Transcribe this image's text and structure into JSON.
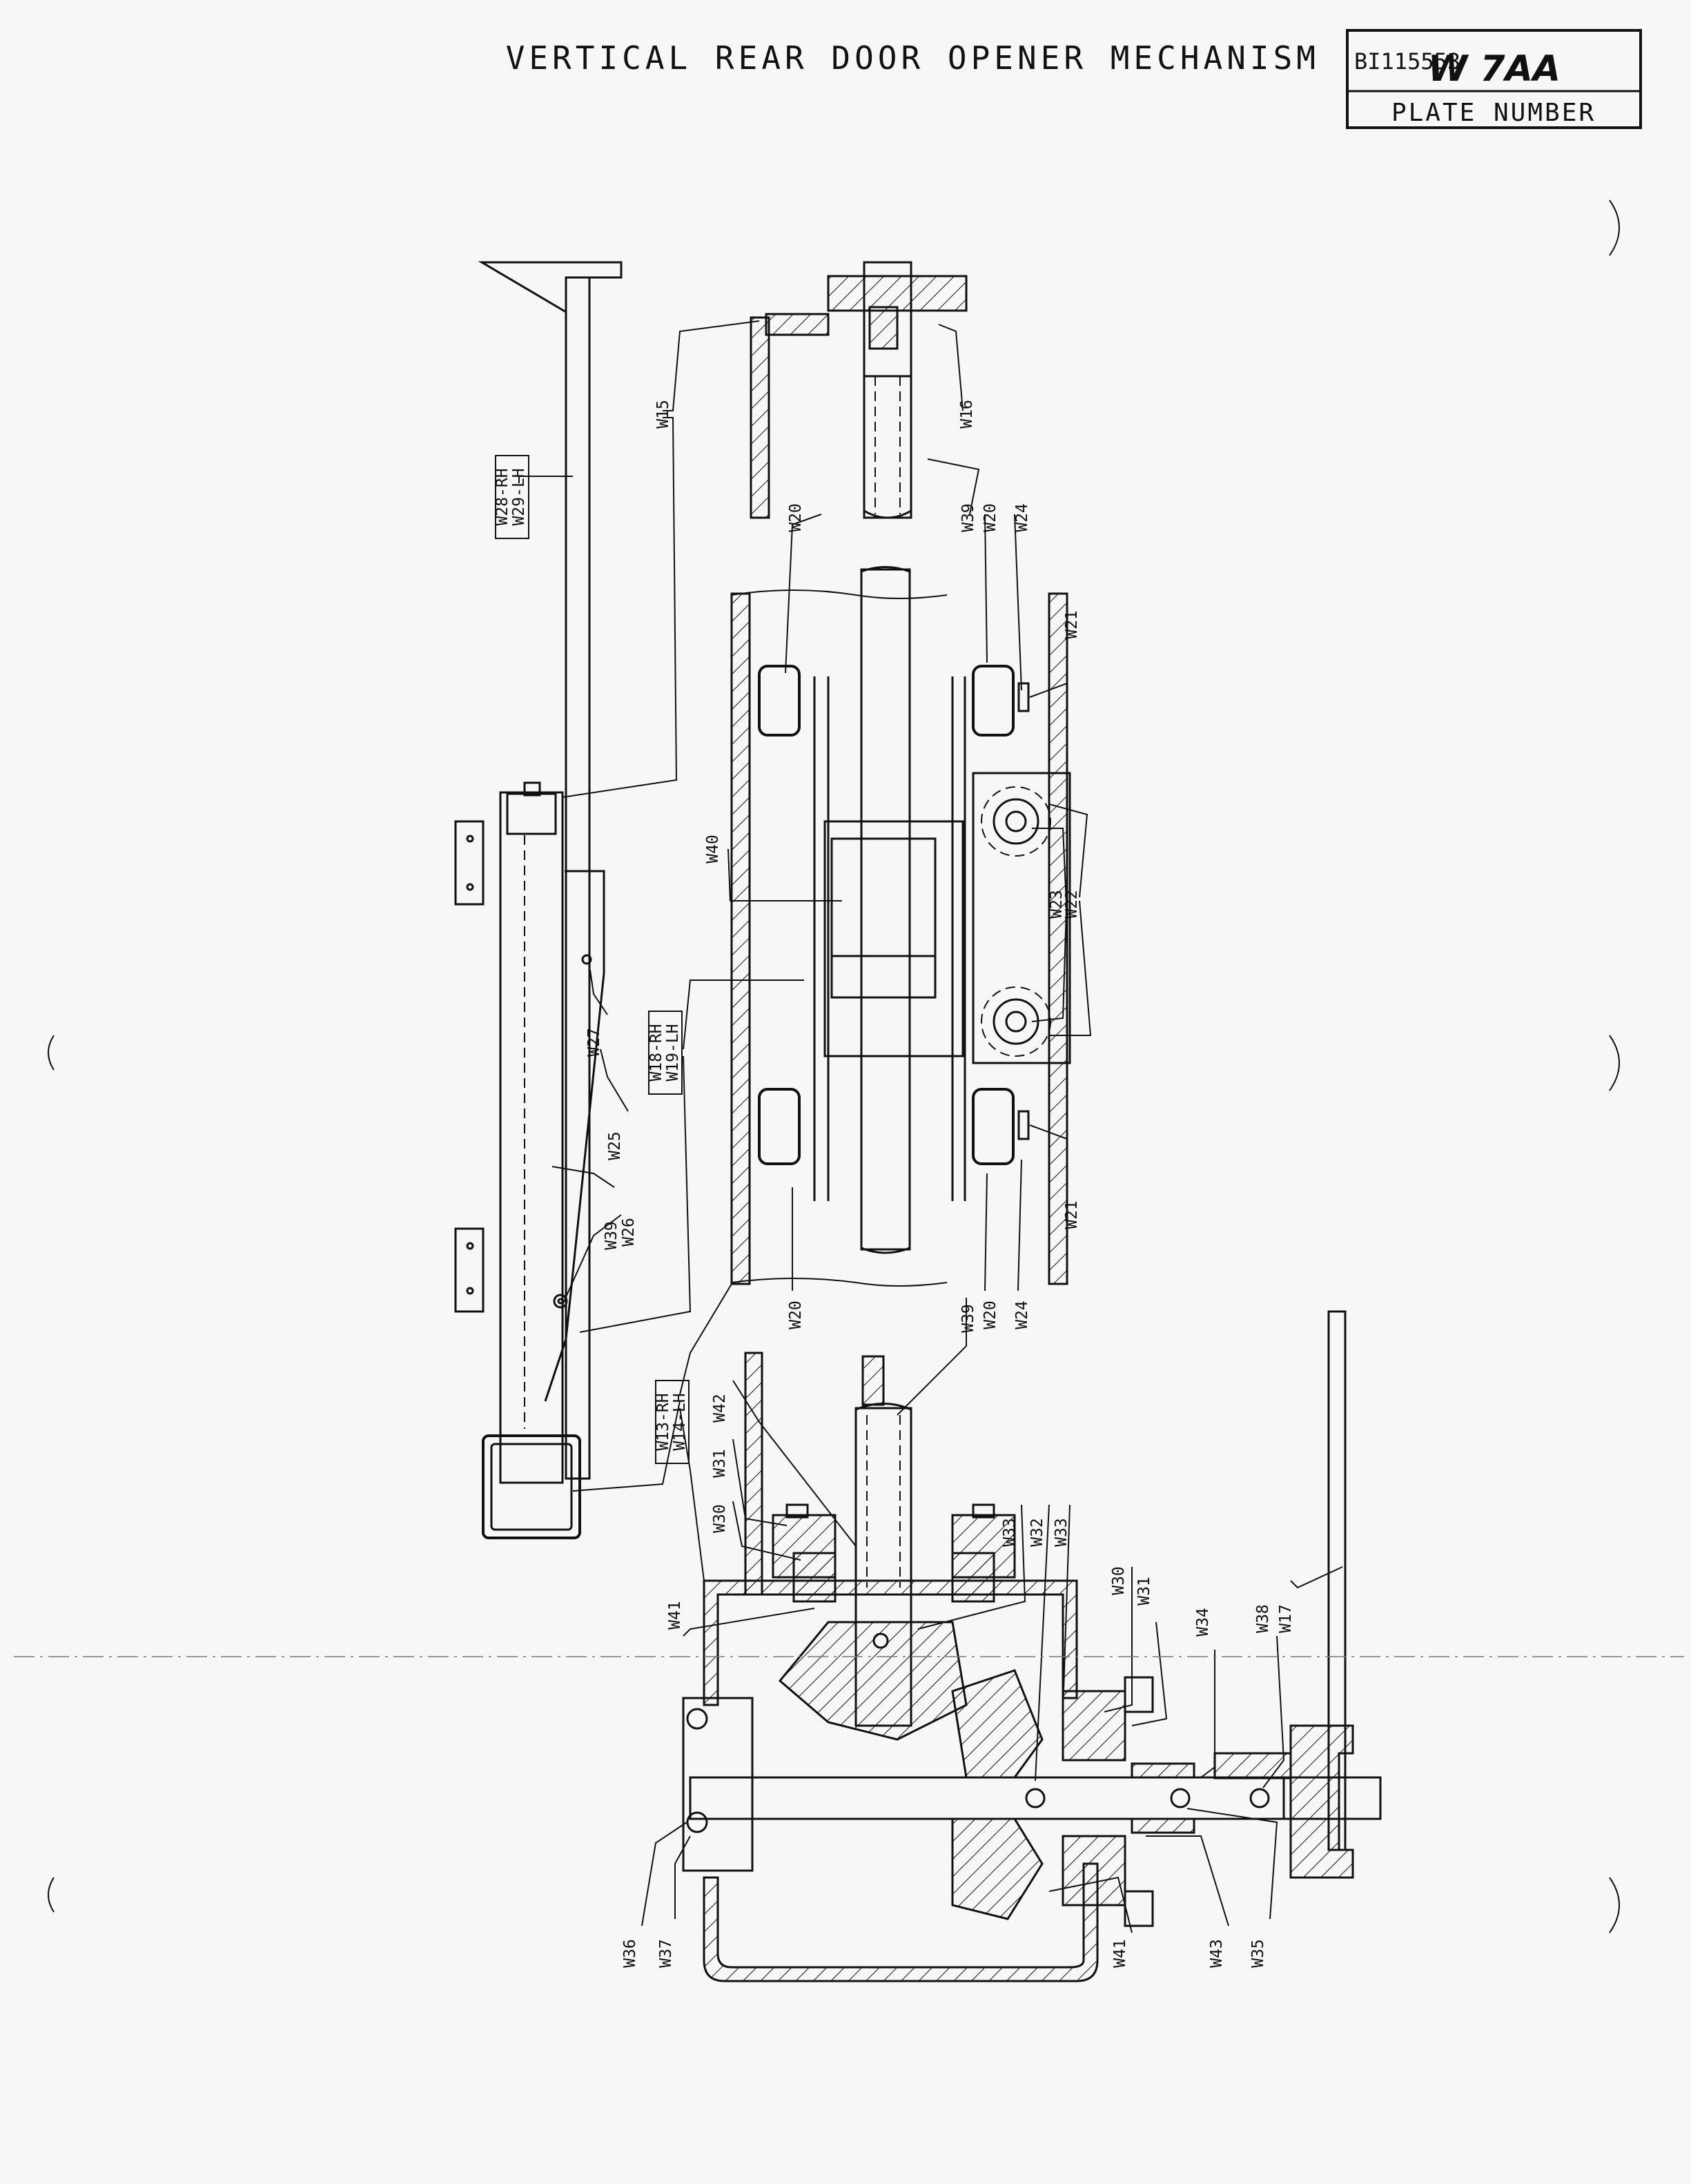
{
  "title_block": {
    "title": "VERTICAL REAR DOOR OPENER MECHANISM",
    "plate_number_label": "PLATE NUMBER",
    "plate_number": "W 7AA",
    "overstamp": "BI115553"
  },
  "callouts": {
    "w15": "W15",
    "w16": "W16",
    "w17": "W17",
    "w13": "W13-RH",
    "w14": "W14-LH",
    "w18": "W18-RH",
    "w19": "W19-LH",
    "w20": "W20",
    "w21": "W21",
    "w22": "W22",
    "w23": "W23",
    "w24": "W24",
    "w25": "W25",
    "w26": "W26",
    "w27": "W27",
    "w28": "W28-RH",
    "w29": "W29-LH",
    "w30": "W30",
    "w31": "W31",
    "w32": "W32",
    "w33": "W33",
    "w34": "W34",
    "w35": "W35",
    "w36": "W36",
    "w37": "W37",
    "w38": "W38",
    "w39": "W39",
    "w40": "W40",
    "w41": "W41",
    "w42": "W42",
    "w43": "W43"
  }
}
